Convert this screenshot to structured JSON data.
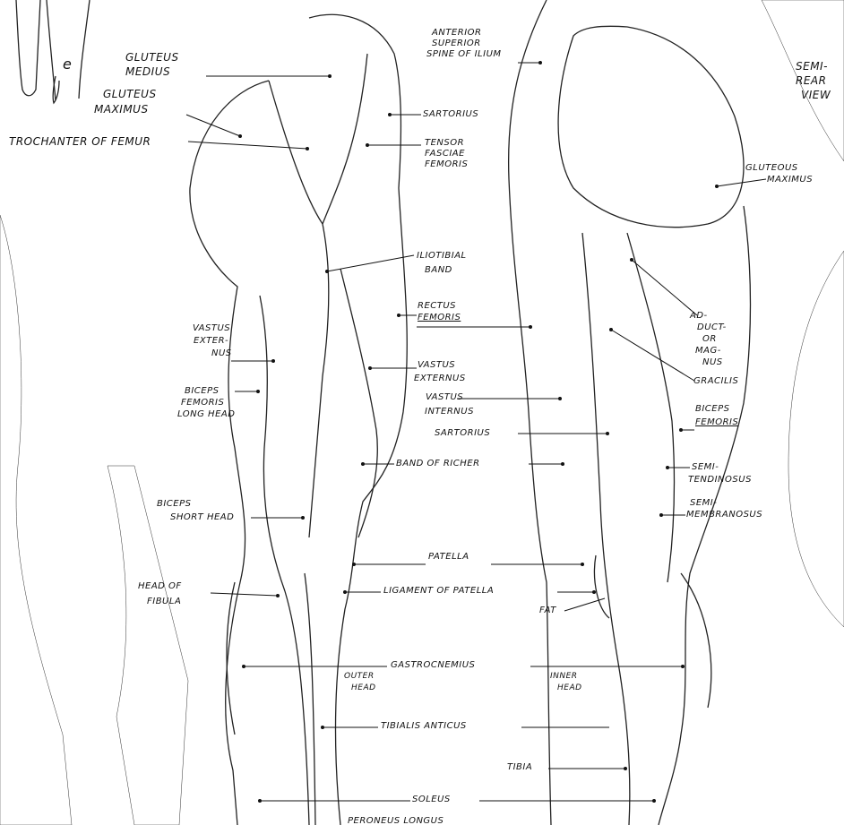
{
  "colors": {
    "ink": "#111111",
    "paper": "#ffffff"
  },
  "corner_letter": "e",
  "labels": {
    "gluteus_medius_1": "GLUTEUS",
    "gluteus_medius_2": "MEDIUS",
    "gluteus_maximus_1": "GLUTEUS",
    "gluteus_maximus_2": "MAXIMUS",
    "trochanter": "TROCHANTER OF FEMUR",
    "anterior_1": "ANTERIOR",
    "anterior_2": "SUPERIOR",
    "anterior_3": "SPINE OF ILIUM",
    "sartorius_top": "SARTORIUS",
    "tensor_1": "TENSOR",
    "tensor_2": "FASCIAE",
    "tensor_3": "FEMORIS",
    "iliotibial_1": "ILIOTIBIAL",
    "iliotibial_2": "BAND",
    "rectus_1": "RECTUS",
    "rectus_2": "FEMORIS",
    "vastus_ext_left_1": "VASTUS",
    "vastus_ext_left_2": "EXTER-",
    "vastus_ext_left_3": "NUS",
    "vastus_ext_mid_1": "VASTUS",
    "vastus_ext_mid_2": "EXTERNUS",
    "biceps_long_1": "BICEPS",
    "biceps_long_2": "FEMORIS",
    "biceps_long_3": "LONG HEAD",
    "vastus_int_1": "VASTUS",
    "vastus_int_2": "INTERNUS",
    "sartorius_mid": "SARTORIUS",
    "band_richer": "BAND OF RICHER",
    "biceps_short_1": "BICEPS",
    "biceps_short_2": "SHORT HEAD",
    "patella": "PATELLA",
    "head_fibula_1": "HEAD OF",
    "head_fibula_2": "FIBULA",
    "ligament_patella": "LIGAMENT OF PATELLA",
    "fat": "FAT",
    "gastrocnemius": "GASTROCNEMIUS",
    "outer_head_1": "OUTER",
    "outer_head_2": "HEAD",
    "inner_head_1": "INNER",
    "inner_head_2": "HEAD",
    "tibialis": "TIBIALIS ANTICUS",
    "tibia": "TIBIA",
    "soleus": "SOLEUS",
    "peroneus": "PERONEUS LONGUS",
    "semi_rear_1": "SEMI-",
    "semi_rear_2": "REAR",
    "semi_rear_3": "VIEW",
    "gluteous_max_1": "GLUTEOUS",
    "gluteous_max_2": "MAXIMUS",
    "adductor_1": "AD-",
    "adductor_2": "DUCT-",
    "adductor_3": "OR",
    "adductor_4": "MAG-",
    "adductor_5": "NUS",
    "gracilis": "GRACILIS",
    "biceps_rear_1": "BICEPS",
    "biceps_rear_2": "FEMORIS",
    "semitend_1": "SEMI-",
    "semitend_2": "TENDINOSUS",
    "semimemb_1": "SEMI-",
    "semimemb_2": "MEMBRANOSUS"
  }
}
